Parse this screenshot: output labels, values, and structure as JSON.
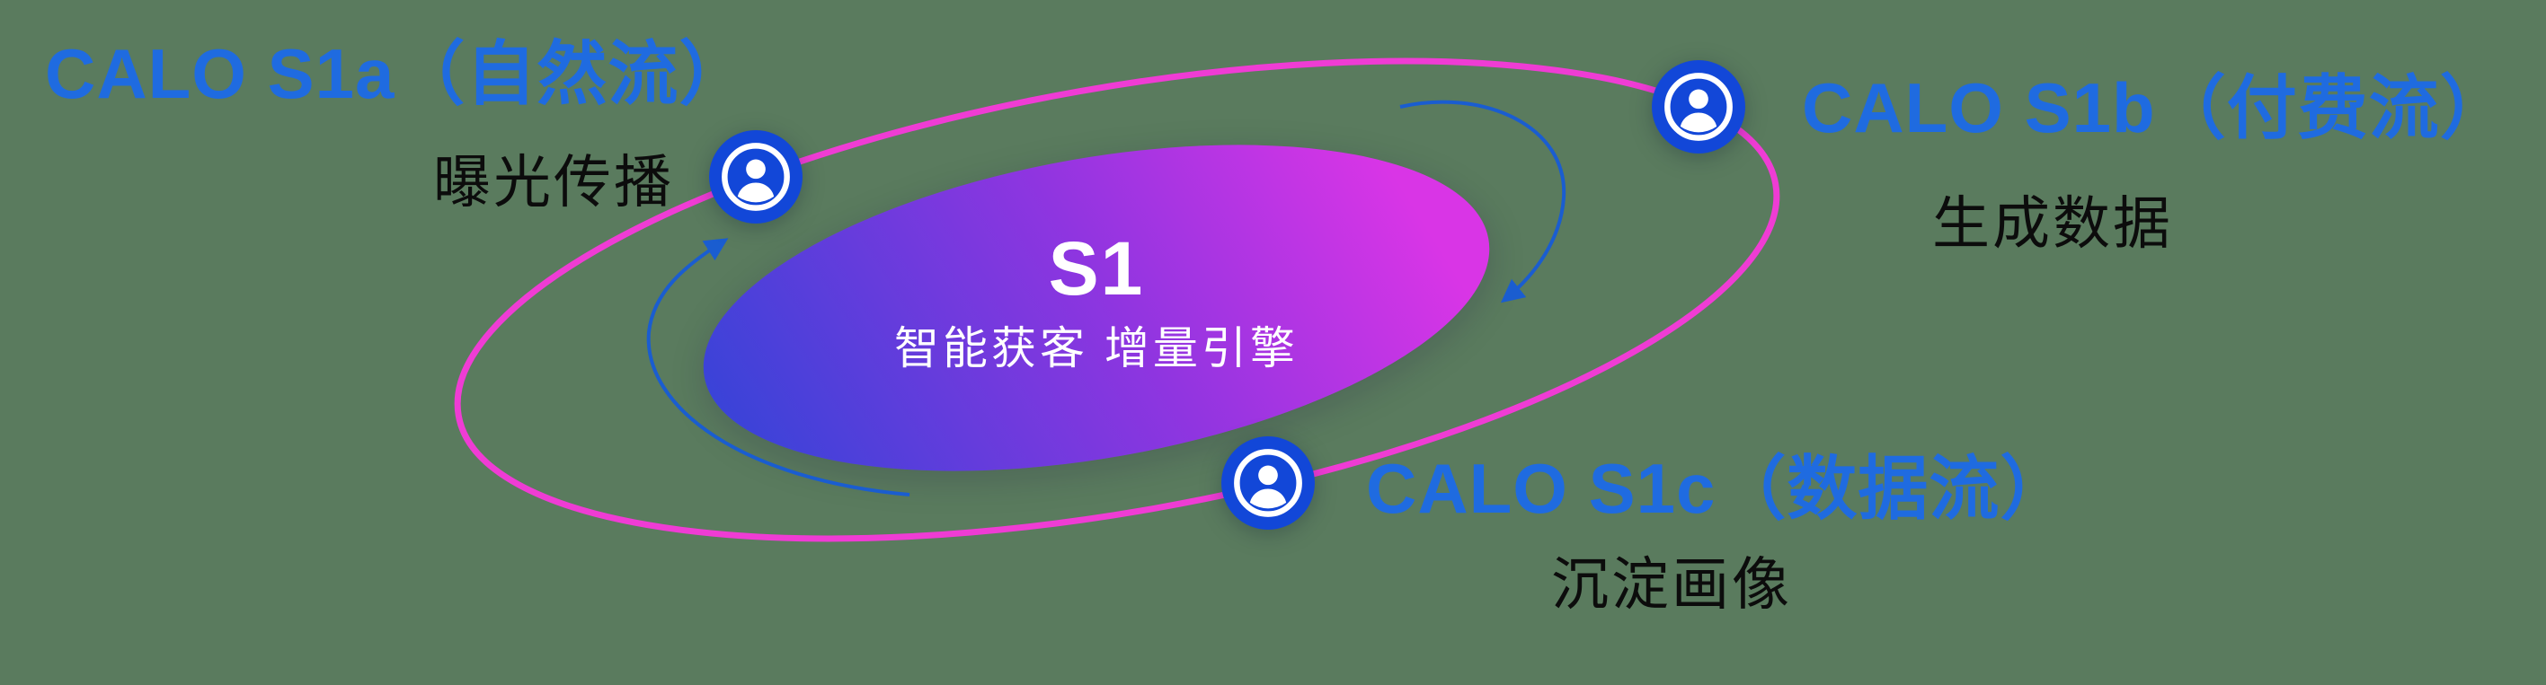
{
  "diagram": {
    "background_color": "#5a7b5e",
    "orbit_color": "#ef3cd4",
    "arrow_color": "#1a5dd0",
    "label_color": "#1f6be0",
    "sublabel_color": "#0c0c0c",
    "icon_color": "#1247d8",
    "icon": "user-badge-icon",
    "center": {
      "title": "S1",
      "subtitle": "智能获客  增量引擎",
      "gradient_start": "#3a43d8",
      "gradient_mid": "#8f35e0",
      "gradient_end": "#d935e6"
    },
    "nodes": [
      {
        "id": "s1a",
        "label": "CALO S1a（自然流）",
        "sublabel": "曝光传播",
        "position": "top-left"
      },
      {
        "id": "s1b",
        "label": "CALO S1b（付费流）",
        "sublabel": "生成数据",
        "position": "top-right"
      },
      {
        "id": "s1c",
        "label": "CALO S1c（数据流）",
        "sublabel": "沉淀画像",
        "position": "bottom"
      }
    ]
  }
}
